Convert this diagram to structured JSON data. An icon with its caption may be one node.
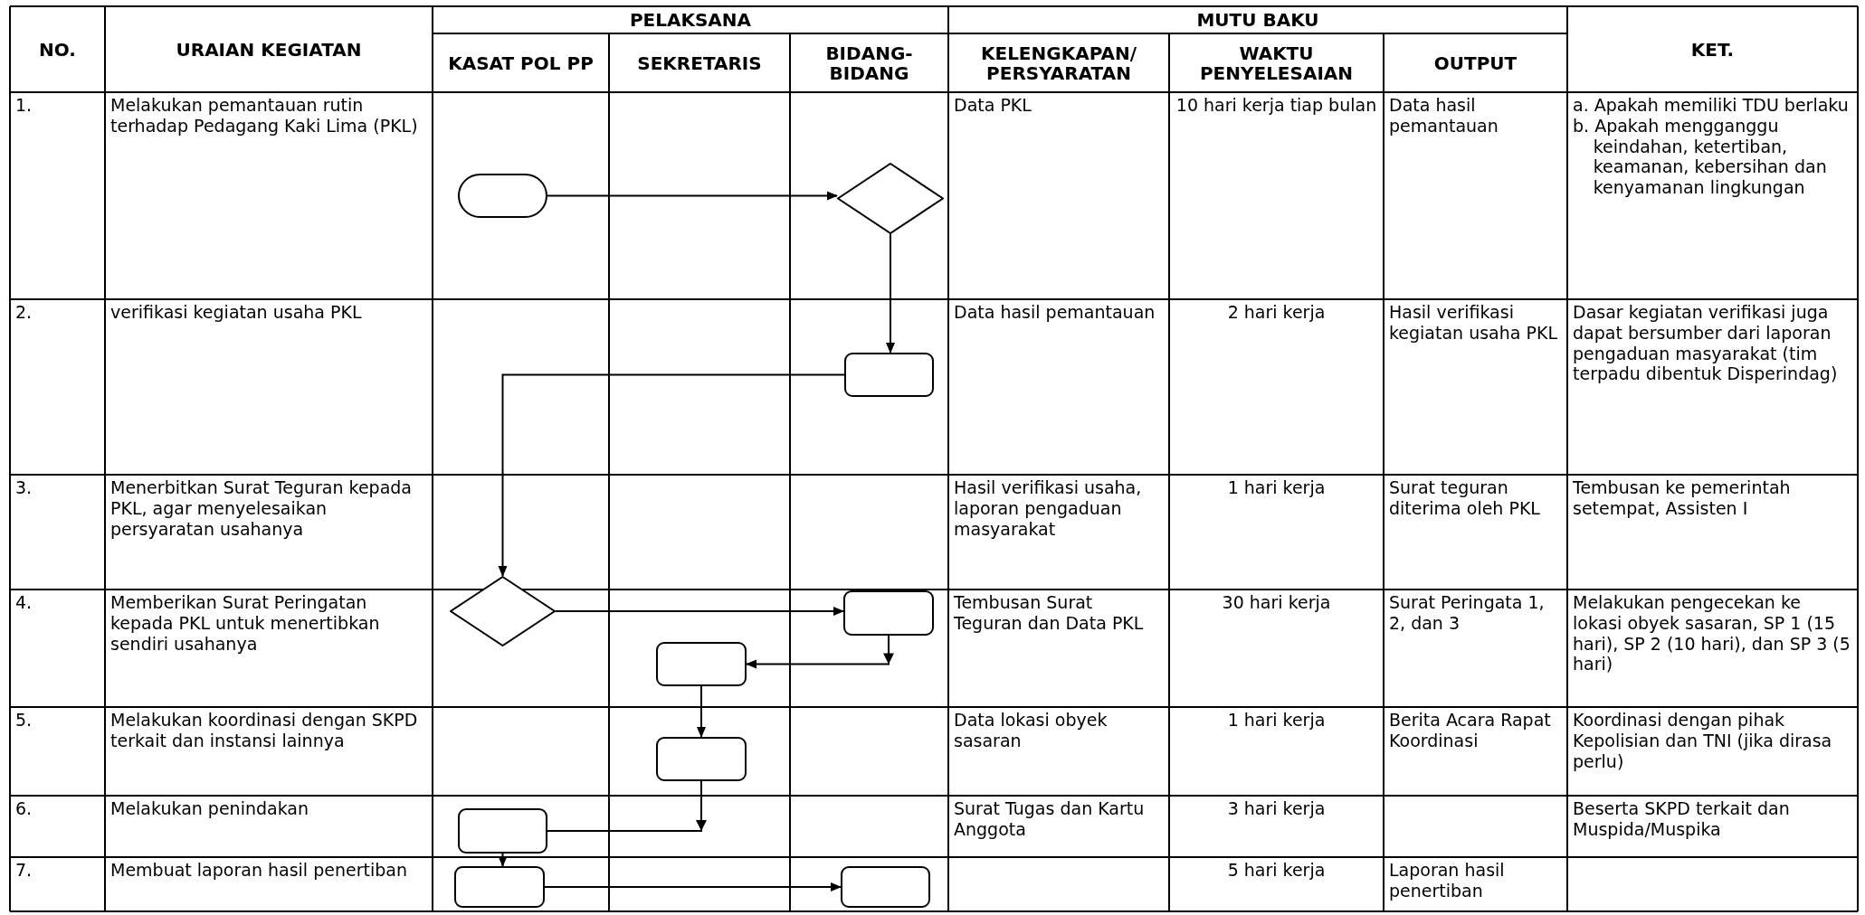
{
  "diagram": {
    "nodes": [
      {
        "text": [],
        "shape": "pill"
      },
      {
        "text": [],
        "shape": "diamond"
      },
      {
        "text": [],
        "shape": "box"
      },
      {
        "text": [],
        "shape": "diamond"
      },
      {
        "text": [],
        "shape": "box"
      },
      {
        "text": [],
        "shape": "box"
      },
      {
        "text": [],
        "shape": "box"
      },
      {
        "text": [],
        "shape": "box"
      },
      {
        "text": [],
        "shape": "box"
      },
      {
        "text": [],
        "shape": "box"
      }
    ],
    "edges": [
      {
        "from": 0,
        "to": 1,
        "arrow": "to"
      },
      {
        "from": 1,
        "to": 2,
        "arrow": "to"
      },
      {
        "from": 2,
        "to": 3,
        "arrow": "to"
      },
      {
        "from": 3,
        "to": 4,
        "arrow": "to"
      },
      {
        "from": 4,
        "to": 5,
        "arrow": "to"
      },
      {
        "from": 5,
        "to": 6,
        "arrow": "to"
      },
      {
        "from": 6,
        "to": 7,
        "arrow": "to"
      },
      {
        "from": 7,
        "to": 8,
        "arrow": "to"
      },
      {
        "from": 8,
        "to": 9,
        "arrow": "to"
      }
    ],
    "labels": [
      "NO.",
      "URAIAN KEGIATAN",
      "PELAKSANA",
      "MUTU BAKU",
      "KET.",
      "KASAT POL PP",
      "SEKRETARIS",
      "BIDANG-BIDANG",
      "KELENGKAPAN/ PERSYARATAN",
      "WAKTU PENYELESAIAN",
      "OUTPUT",
      "1.",
      "Melakukan pemantauan rutin terhadap Pedagang Kaki Lima (PKL)",
      "Data PKL",
      "10 hari kerja tiap bulan",
      "Data hasil pemantauan",
      "a. Apakah memiliki TDU berlaku",
      "b. Apakah mengganggu keindahan, ketertiban, keamanan, kebersihan dan kenyamanan lingkungan",
      "2.",
      "verifikasi kegiatan usaha PKL",
      "Data hasil pemantauan",
      "2 hari kerja",
      "Hasil verifikasi kegiatan usaha PKL",
      "Dasar kegiatan verifikasi juga dapat bersumber dari laporan pengaduan masyarakat (tim terpadu dibentuk Disperindag)",
      "3.",
      "Menerbitkan Surat Teguran kepada PKL, agar menyelesaikan persyaratan usahanya",
      "Hasil verifikasi usaha, laporan pengaduan masyarakat",
      "1 hari kerja",
      "Surat teguran diterima oleh PKL",
      "Tembusan ke pemerintah setempat, Assisten I",
      "4.",
      "Memberikan Surat Peringatan kepada PKL untuk menertibkan sendiri usahanya",
      "Tembusan Surat Teguran dan Data PKL",
      "30 hari kerja",
      "Surat Peringata 1, 2, dan 3",
      "Melakukan pengecekan ke lokasi obyek sasaran, SP 1 (15 hari), SP 2 (10 hari), dan SP 3 (5 hari)",
      "5.",
      "Melakukan koordinasi dengan SKPD terkait dan instansi lainnya",
      "Data lokasi obyek sasaran",
      "1 hari kerja",
      "Berita Acara Rapat Koordinasi",
      "Koordinasi dengan pihak Kepolisian dan TNI (jika dirasa perlu)",
      "6.",
      "Melakukan penindakan",
      "Surat Tugas dan Kartu Anggota",
      "3 hari kerja",
      "Beserta SKPD terkait dan Muspida/Muspika",
      "7.",
      "Membuat laporan hasil penertiban",
      "5 hari kerja",
      "Laporan hasil penertiban"
    ]
  }
}
